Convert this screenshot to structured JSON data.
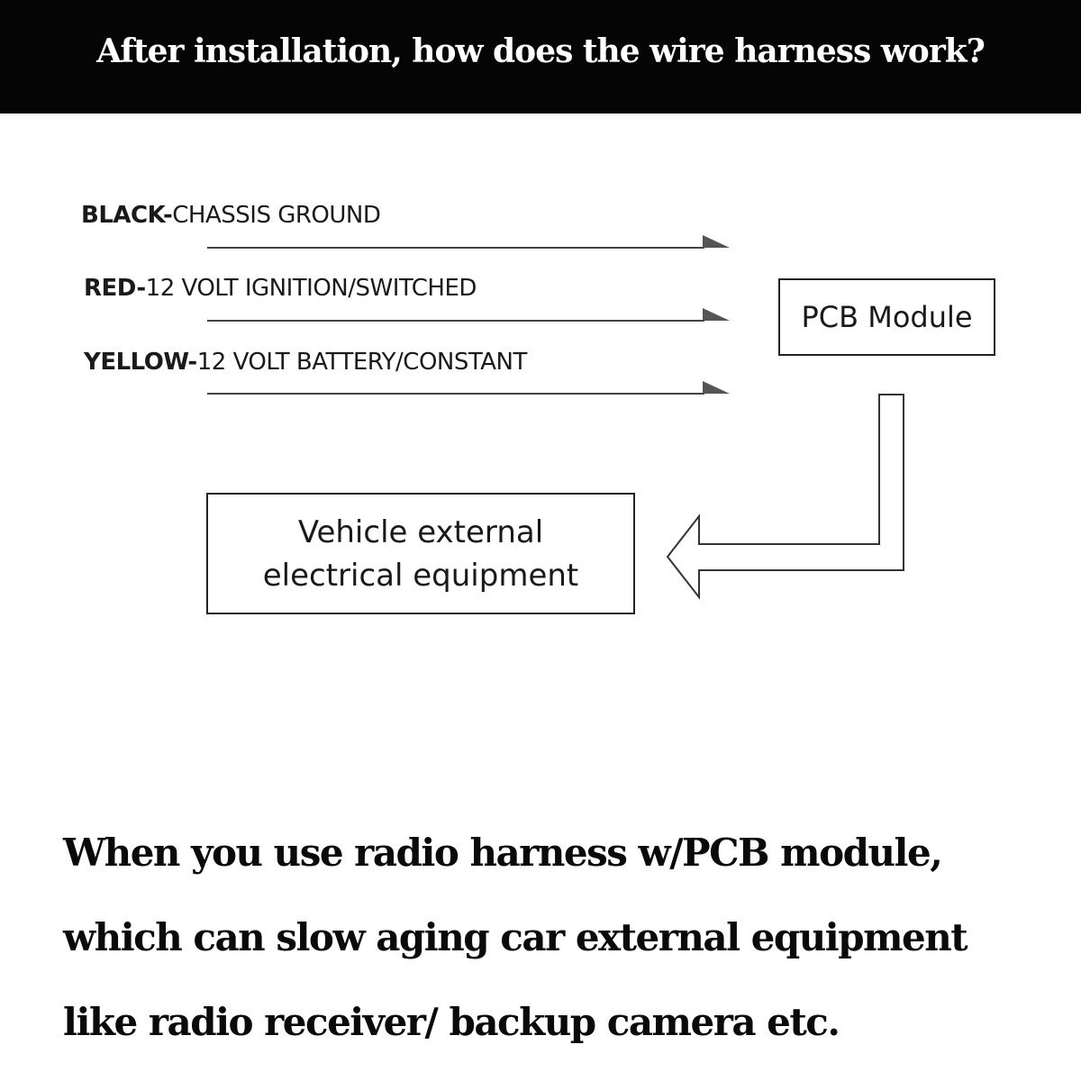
{
  "header": {
    "title": "After installation, how does the wire harness work?"
  },
  "wires": [
    {
      "color_name": "BLACK",
      "separator": "-",
      "description": "CHASSIS GROUND"
    },
    {
      "color_name": "RED",
      "separator": "-",
      "description": "12 VOLT IGNITION/SWITCHED"
    },
    {
      "color_name": "YELLOW",
      "separator": "-",
      "description": "12 VOLT BATTERY/CONSTANT"
    }
  ],
  "pcb_module": {
    "label": "PCB Module"
  },
  "equipment": {
    "line1": "Vehicle external",
    "line2": "electrical equipment"
  },
  "caption": {
    "line1": "When you use radio harness w/PCB module,",
    "line2": "which can slow aging car external equipment",
    "line3": "like radio receiver/ backup camera etc."
  },
  "colors": {
    "header_bg": "#050505",
    "header_text": "#ffffff",
    "line": "#444444",
    "arrowhead": "#555555"
  }
}
